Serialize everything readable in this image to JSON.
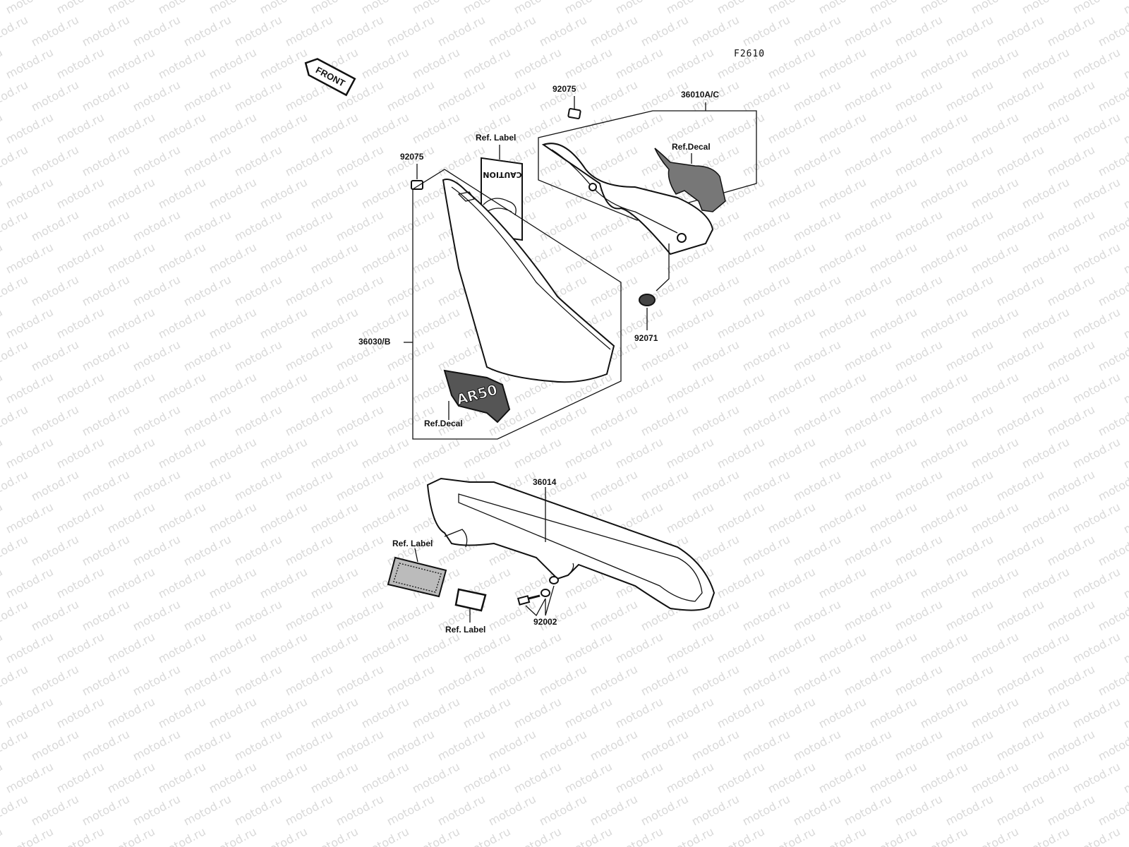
{
  "watermark": {
    "text": "motod.ru",
    "color": "#d9d9d9"
  },
  "figure_code": "F2610",
  "front_arrow": {
    "text": "FRONT"
  },
  "labels": {
    "p92075_top": "92075",
    "p36010": "36010A/C",
    "ref_label_top": "Ref. Label",
    "ref_decal_top": "Ref.Decal",
    "p92075_left": "92075",
    "p92071": "92071",
    "p36030": "36030/B",
    "ref_decal_bottom": "Ref.Decal",
    "p36014": "36014",
    "ref_label_mid": "Ref. Label",
    "p92002": "92002",
    "ref_label_bottom": "Ref. Label"
  },
  "caution_label_text": "CAUTION",
  "decal_text": "AR50"
}
